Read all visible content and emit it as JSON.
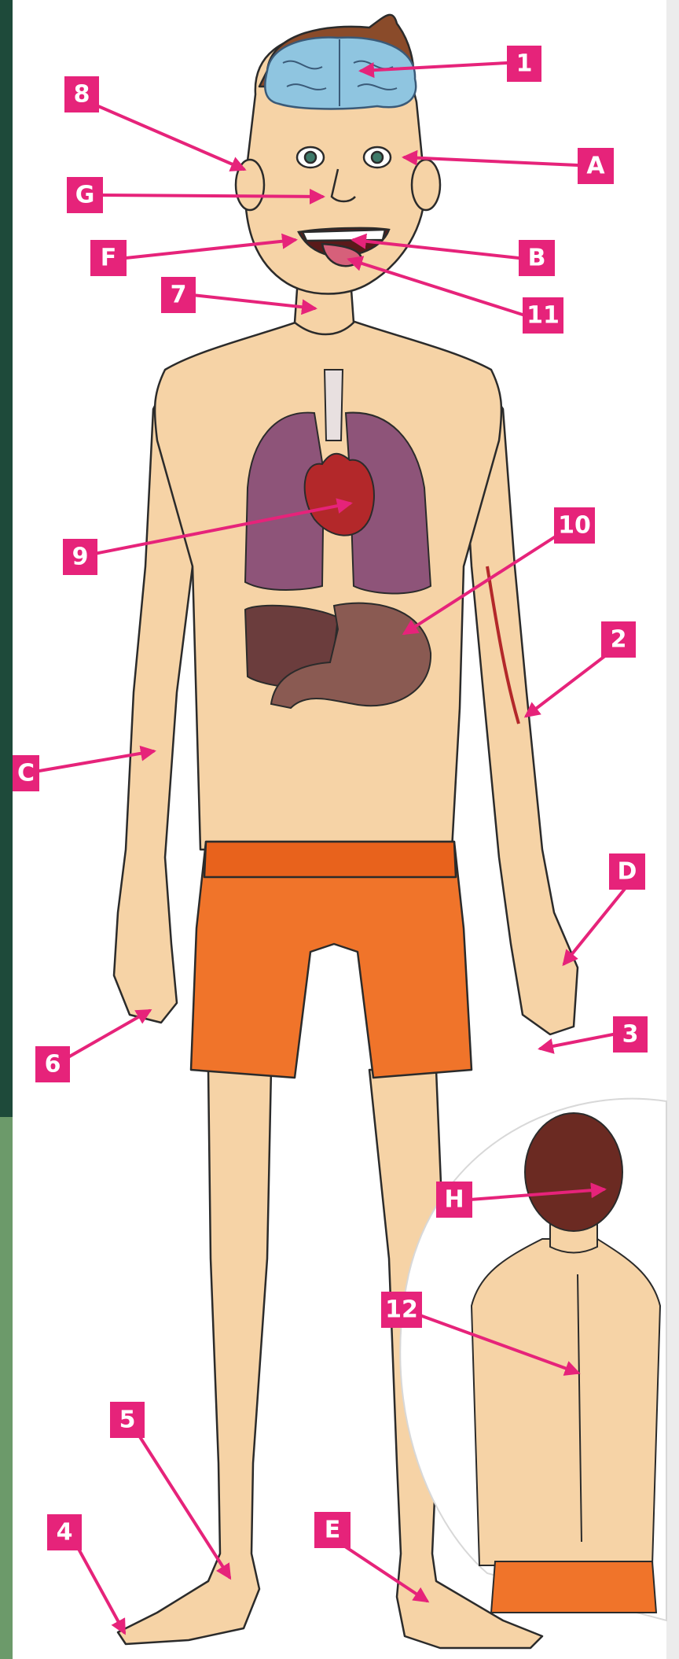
{
  "labels": [
    {
      "id": "1",
      "text": "1"
    },
    {
      "id": "A",
      "text": "A"
    },
    {
      "id": "8",
      "text": "8"
    },
    {
      "id": "G",
      "text": "G"
    },
    {
      "id": "F",
      "text": "F"
    },
    {
      "id": "B",
      "text": "B"
    },
    {
      "id": "7",
      "text": "7"
    },
    {
      "id": "11",
      "text": "11"
    },
    {
      "id": "10",
      "text": "10"
    },
    {
      "id": "9",
      "text": "9"
    },
    {
      "id": "2",
      "text": "2"
    },
    {
      "id": "C",
      "text": "C"
    },
    {
      "id": "D",
      "text": "D"
    },
    {
      "id": "6",
      "text": "6"
    },
    {
      "id": "3",
      "text": "3"
    },
    {
      "id": "H",
      "text": "H"
    },
    {
      "id": "12",
      "text": "12"
    },
    {
      "id": "5",
      "text": "5"
    },
    {
      "id": "4",
      "text": "4"
    },
    {
      "id": "E",
      "text": "E"
    }
  ],
  "colors": {
    "label_bg": "#e6237a",
    "skin": "#f6d3a6",
    "hair": "#6b2a22",
    "brain": "#8fc5e0",
    "lungs": "#8e5479",
    "heart": "#b3282a",
    "liver": "#6b3d3d",
    "stomach": "#8a5a52",
    "shorts": "#f0742a",
    "left_border": "#1e4a3a"
  }
}
